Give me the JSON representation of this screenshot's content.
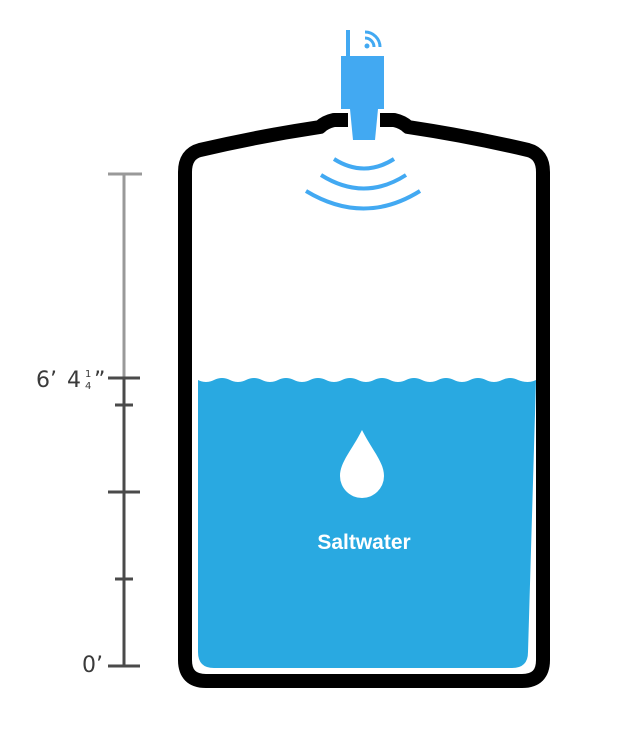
{
  "level_label": {
    "feet": "6’",
    "inches": "4",
    "frac_num": "1",
    "frac_den": "4",
    "inch_mark": "”"
  },
  "zero_label": "0’",
  "liquid_label": "Saltwater",
  "fill_fraction": 0.59,
  "colors": {
    "water": "#29a9e1",
    "sensor": "#42a9f2",
    "tank": "#000000",
    "ruler_dark": "#4a4a4a",
    "ruler_light": "#999999"
  }
}
